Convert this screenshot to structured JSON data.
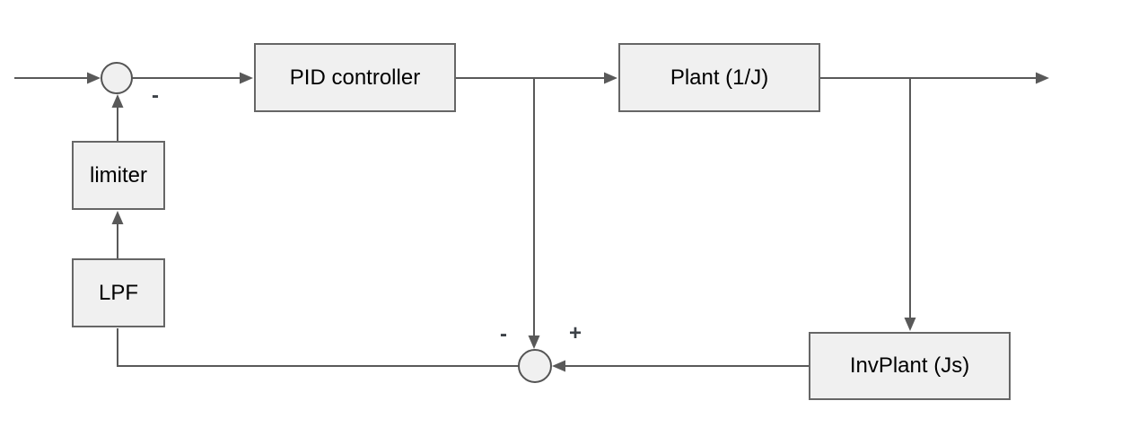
{
  "diagram": {
    "type": "control-system-block-diagram",
    "nodes": {
      "pid": {
        "label": "PID controller"
      },
      "plant": {
        "label": "Plant (1/J)"
      },
      "invplant": {
        "label": "InvPlant (Js)"
      },
      "limiter": {
        "label": "limiter"
      },
      "lpf": {
        "label": "LPF"
      }
    },
    "junctions": {
      "top": {
        "sign": "-"
      },
      "bottom": {
        "sign_left": "-",
        "sign_right": "+"
      }
    },
    "colors": {
      "background": "#ffffff",
      "line": "#595959",
      "node_fill": "#f0f0f0",
      "node_border": "#666666",
      "text": "#000000",
      "sign_text": "#3c4147"
    }
  }
}
